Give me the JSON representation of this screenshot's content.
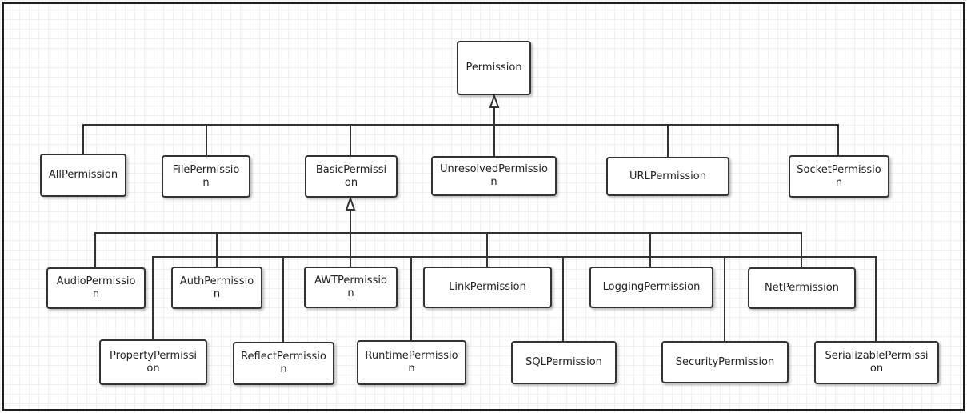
{
  "colors": {
    "background": "#ffffff",
    "grid": "#f0f0f0",
    "frame": "#1e1e1e",
    "node_border": "#333333",
    "edge": "#333333",
    "text": "#222222"
  },
  "diagram": {
    "type": "class-hierarchy",
    "root": {
      "id": "permission",
      "label": "Permission"
    },
    "level1": [
      {
        "id": "all-permission",
        "label": "AllPermission",
        "parent": "permission"
      },
      {
        "id": "file-permission",
        "label": "FilePermission",
        "parent": "permission"
      },
      {
        "id": "basic-permission",
        "label": "BasicPermission",
        "parent": "permission"
      },
      {
        "id": "unresolved-permission",
        "label": "UnresolvedPermission",
        "parent": "permission"
      },
      {
        "id": "url-permission",
        "label": "URLPermission",
        "parent": "permission"
      },
      {
        "id": "socket-permission",
        "label": "SocketPermission",
        "parent": "permission"
      }
    ],
    "level2_row1": [
      {
        "id": "audio-permission",
        "label": "AudioPermission",
        "parent": "basic-permission"
      },
      {
        "id": "auth-permission",
        "label": "AuthPermission",
        "parent": "basic-permission"
      },
      {
        "id": "awt-permission",
        "label": "AWTPermission",
        "parent": "basic-permission"
      },
      {
        "id": "link-permission",
        "label": "LinkPermission",
        "parent": "basic-permission"
      },
      {
        "id": "logging-permission",
        "label": "LoggingPermission",
        "parent": "basic-permission"
      },
      {
        "id": "net-permission",
        "label": "NetPermission",
        "parent": "basic-permission"
      }
    ],
    "level2_row2": [
      {
        "id": "property-permission",
        "label": "PropertyPermission",
        "parent": "basic-permission"
      },
      {
        "id": "reflect-permission",
        "label": "ReflectPermission",
        "parent": "basic-permission"
      },
      {
        "id": "runtime-permission",
        "label": "RuntimePermission",
        "parent": "basic-permission"
      },
      {
        "id": "sql-permission",
        "label": "SQLPermission",
        "parent": "basic-permission"
      },
      {
        "id": "security-permission",
        "label": "SecurityPermission",
        "parent": "basic-permission"
      },
      {
        "id": "serializable-permission",
        "label": "SerializablePermission",
        "parent": "basic-permission"
      }
    ]
  }
}
